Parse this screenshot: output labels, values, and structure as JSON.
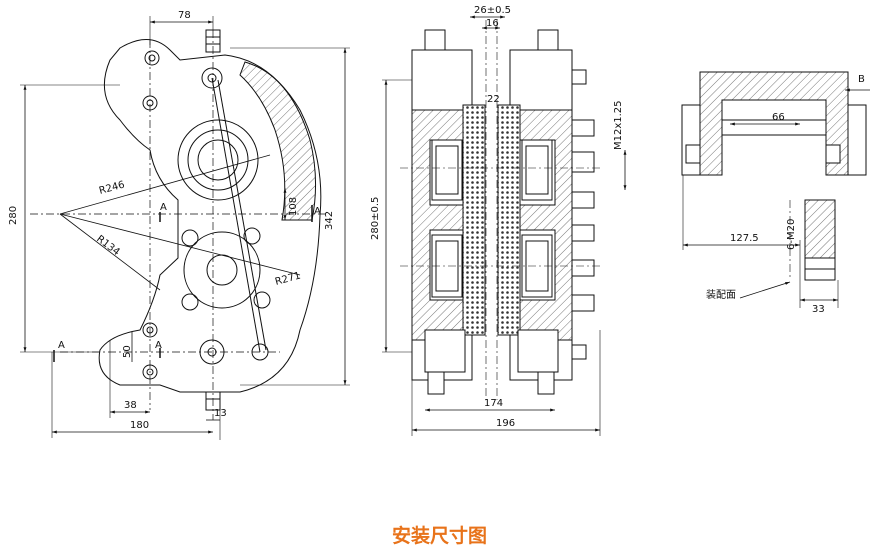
{
  "caption": {
    "text": "安装尺寸图",
    "color": "#e8731a"
  },
  "line_color": "#111111",
  "hatch_color": "#555555",
  "left_view": {
    "dims": {
      "top_width": "78",
      "height_280": "280",
      "height_342": "342",
      "r246": "R246",
      "r134": "R134",
      "r271": "R271",
      "d108": "108",
      "d50": "50",
      "d38": "38",
      "d180": "180",
      "d13": "13",
      "section_a_1": "A",
      "section_a_2": "A",
      "section_a_3": "A",
      "section_a_4": "A"
    }
  },
  "middle_view": {
    "dims": {
      "gap": "26±0.5",
      "d16": "16",
      "d22": "22",
      "thread": "M12x1.25",
      "height": "280±0.5",
      "d174": "174",
      "d196": "196"
    }
  },
  "right_view": {
    "dims": {
      "label_b": "B",
      "d66": "66",
      "d127_5": "127.5",
      "bolt": "6-M20",
      "mount_face": "装配面",
      "d33": "33"
    }
  }
}
